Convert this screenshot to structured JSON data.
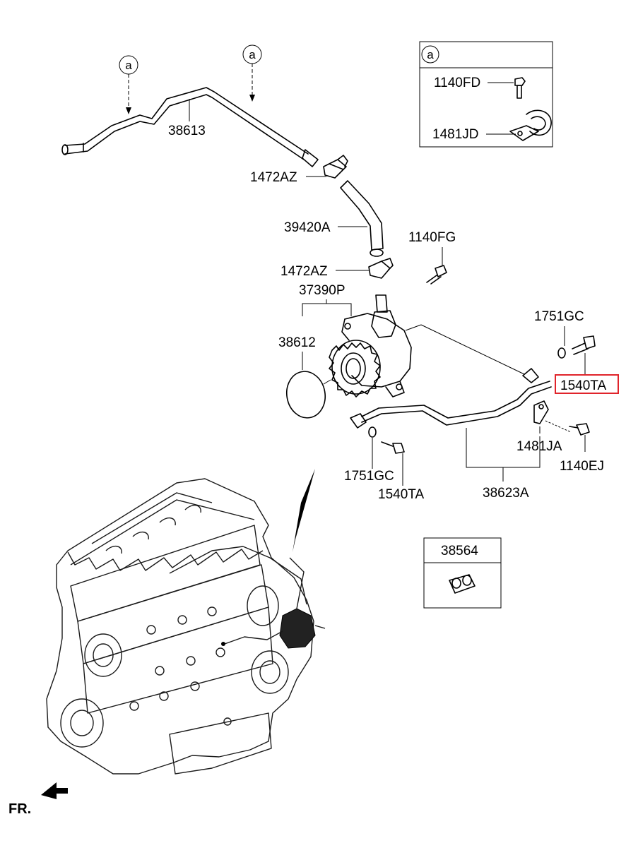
{
  "callouts": {
    "a1": "a",
    "a2": "a",
    "a_box": "a"
  },
  "labels": {
    "p38613": "38613",
    "p1472az_top": "1472AZ",
    "p39420a": "39420A",
    "p1140fg": "1140FG",
    "p1472az_bottom": "1472AZ",
    "p37390p": "37390P",
    "p38612": "38612",
    "p1751gc_right": "1751GC",
    "p1540ta_right": "1540TA",
    "p1481ja": "1481JA",
    "p1140ej": "1140EJ",
    "p1751gc_left": "1751GC",
    "p1540ta_left": "1540TA",
    "p38623a": "38623A",
    "p1140fd": "1140FD",
    "p1481jd": "1481JD",
    "p38564": "38564"
  },
  "front_label": "FR.",
  "colors": {
    "highlight": "#e0242b",
    "line": "#000000"
  }
}
